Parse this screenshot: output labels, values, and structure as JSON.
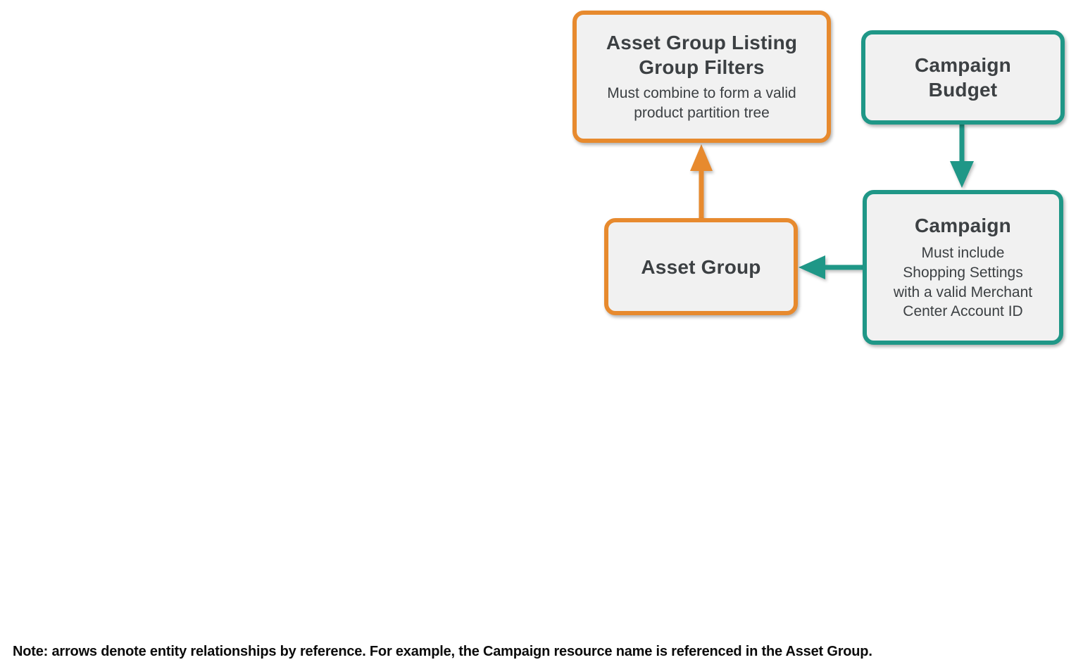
{
  "colors": {
    "orange_accent": "#e78a2e",
    "teal_accent": "#1f9787",
    "box_fill": "#f1f1f1",
    "box_text": "#3c4043",
    "note_text": "#0b0b0b"
  },
  "nodes": {
    "listing_group_filters": {
      "title": "Asset Group Listing Group Filters",
      "subtitle": "Must combine to form a valid product partition tree",
      "accent": "orange"
    },
    "campaign_budget": {
      "title": "Campaign Budget",
      "accent": "teal"
    },
    "campaign": {
      "title": "Campaign",
      "subtitle": "Must include Shopping Settings with a valid Merchant Center Account ID",
      "accent": "teal"
    },
    "asset_group": {
      "title": "Asset Group",
      "accent": "orange"
    }
  },
  "edges": [
    {
      "from": "asset_group",
      "to": "listing_group_filters",
      "color": "orange",
      "direction": "up"
    },
    {
      "from": "campaign_budget",
      "to": "campaign",
      "color": "teal",
      "direction": "down"
    },
    {
      "from": "campaign",
      "to": "asset_group",
      "color": "teal",
      "direction": "left"
    }
  ],
  "note": "Note: arrows denote entity relationships by reference. For example, the Campaign resource name is referenced in the Asset Group."
}
